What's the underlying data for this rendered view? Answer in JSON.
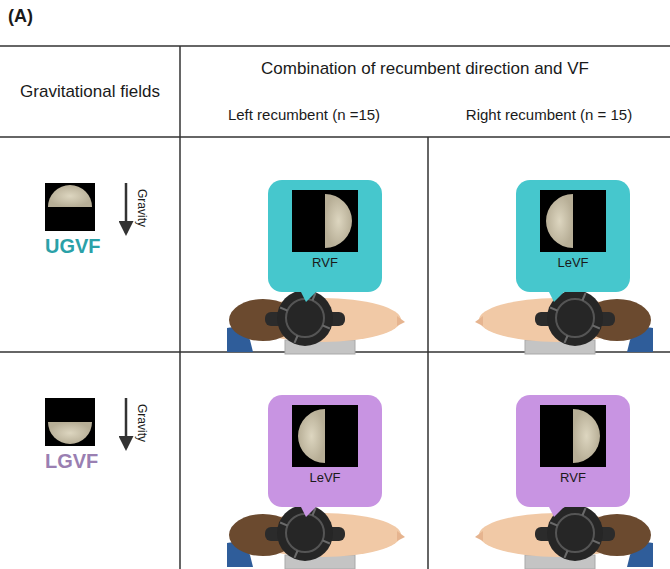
{
  "diagram": {
    "nodes": [
      {
        "text": [
          "Gravitational fields"
        ]
      },
      {
        "text": [
          "Combination of recumbent direction and VF"
        ]
      },
      {
        "text": [
          "Left recumbent (n =15)"
        ]
      },
      {
        "text": [
          "Right recumbent (n = 15)"
        ]
      },
      {
        "text": [
          "Gravity",
          "UGVF"
        ]
      },
      {
        "text": [
          "RVF"
        ]
      },
      {
        "text": [
          "LeVF"
        ]
      },
      {
        "text": [
          "Gravity",
          "LGVF"
        ]
      },
      {
        "text": [
          "LeVF"
        ]
      },
      {
        "text": [
          "RVF"
        ]
      }
    ],
    "edges": [],
    "labels": [
      "(A)"
    ]
  }
}
